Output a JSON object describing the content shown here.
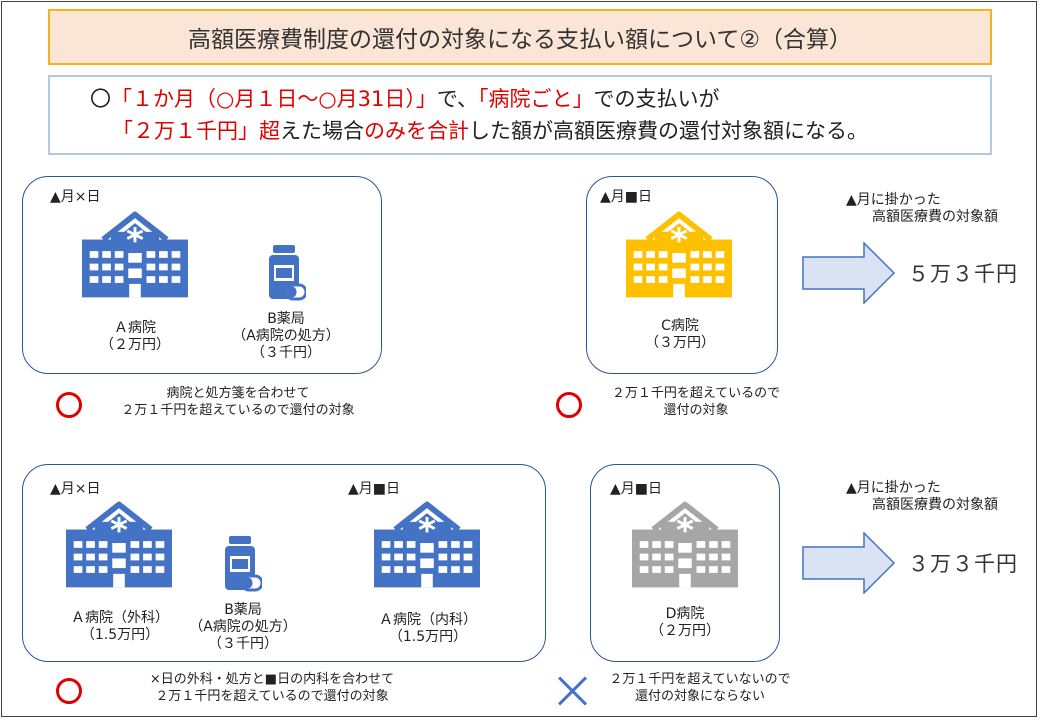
{
  "title": "高額医療費制度の還付の対象になる支払い額について②（合算）",
  "subtitle": {
    "bullet": "〇",
    "line1_red1": "「１か月（○月１日～○月31日）」",
    "line1_black1": "で、",
    "line1_red2": "「病院ごと」",
    "line1_black2": "での支払いが",
    "line2_red1": "「２万１千円」超",
    "line2_black1": "えた場合",
    "line2_red2": "のみを合計",
    "line2_black2": "した額が高額医療費の還付対象額になる。"
  },
  "row1": {
    "left_panel": {
      "date": "▲月×日",
      "hospital_a_name": "Ａ病院",
      "hospital_a_amount": "（２万円）",
      "pharmacy_name": "B薬局",
      "pharmacy_sub": "（A病院の処方）",
      "pharmacy_amount": "（３千円）"
    },
    "left_note_line1": "病院と処方箋を合わせて",
    "left_note_line2": "２万１千円を超えているので還付の対象",
    "right_panel": {
      "date": "▲月■日",
      "hospital_c_name": "C病院",
      "hospital_c_amount": "（３万円）"
    },
    "right_note_line1": "２万１千円を超えているので",
    "right_note_line2": "還付の対象",
    "summary_line1": "▲月に掛かった",
    "summary_line2": "高額医療費の対象額",
    "amount": "５万３千円"
  },
  "row2": {
    "left_panel": {
      "date1": "▲月×日",
      "date2": "▲月■日",
      "hospital_a_out_name": "Ａ病院（外科）",
      "hospital_a_out_amount": "（1.5万円）",
      "pharmacy_name": "B薬局",
      "pharmacy_sub": "（A病院の処方）",
      "pharmacy_amount": "（３千円）",
      "hospital_a_in_name": "Ａ病院（内科）",
      "hospital_a_in_amount": "（1.5万円）"
    },
    "left_note_line1": "×日の外科・処方と■日の内科を合わせて",
    "left_note_line2": "２万１千円を超えているので還付の対象",
    "right_panel": {
      "date": "▲月■日",
      "hospital_d_name": "D病院",
      "hospital_d_amount": "（２万円）"
    },
    "right_note_line1": "２万１千円を超えていないので",
    "right_note_line2": "還付の対象にならない",
    "summary_line1": "▲月に掛かった",
    "summary_line2": "高額医療費の対象額",
    "amount": "３万３千円"
  },
  "colors": {
    "blue_hospital": "#4472c4",
    "yellow_hospital": "#ffc000",
    "gray_hospital": "#a6a6a6",
    "red_mark": "#e00000",
    "arrow_fill": "#dae3f3",
    "arrow_stroke": "#4472c4"
  },
  "icons": [
    "hospital-icon",
    "medicine-bottle-icon",
    "circle-ok-icon",
    "cross-ng-icon",
    "right-arrow-icon"
  ]
}
